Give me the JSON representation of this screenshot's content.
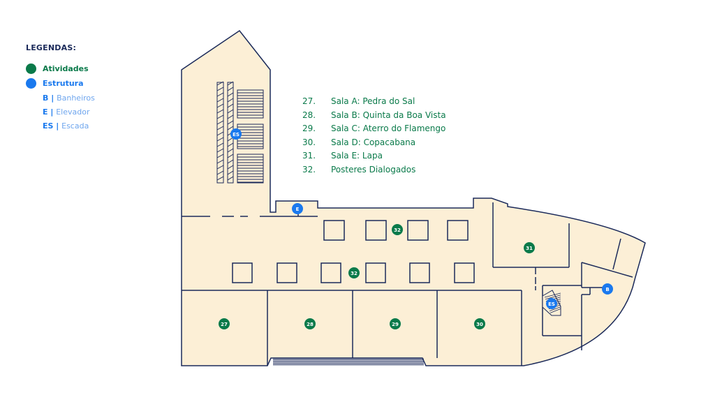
{
  "legend": {
    "title": "LEGENDAS:",
    "activities_label": "Atividades",
    "structure_label": "Estrutura",
    "items": [
      {
        "code": "B",
        "separator": " | ",
        "name": "Banheiros"
      },
      {
        "code": "E",
        "separator": " | ",
        "name": "Elevador"
      },
      {
        "code": "ES",
        "separator": " | ",
        "name": "Escada"
      }
    ],
    "colors": {
      "activities": "#0a7a4a",
      "structure": "#1a79ee"
    }
  },
  "rooms": [
    {
      "number": "27.",
      "name": "Sala A: Pedra do Sal"
    },
    {
      "number": "28.",
      "name": "Sala B: Quinta da Boa Vista"
    },
    {
      "number": "29.",
      "name": "Sala C: Aterro do Flamengo"
    },
    {
      "number": "30.",
      "name": "Sala D: Copacabana"
    },
    {
      "number": "31.",
      "name": "Sala E: Lapa"
    },
    {
      "number": "32.",
      "name": "Posteres Dialogados"
    }
  ],
  "map_markers": {
    "activities": [
      "27",
      "28",
      "29",
      "30",
      "31",
      "32",
      "32"
    ],
    "structure": [
      "ES",
      "E",
      "B",
      "ES"
    ]
  },
  "colors": {
    "floor": "#fcefd6",
    "wall": "#1b2a5a",
    "text": "#1b2a5a"
  }
}
